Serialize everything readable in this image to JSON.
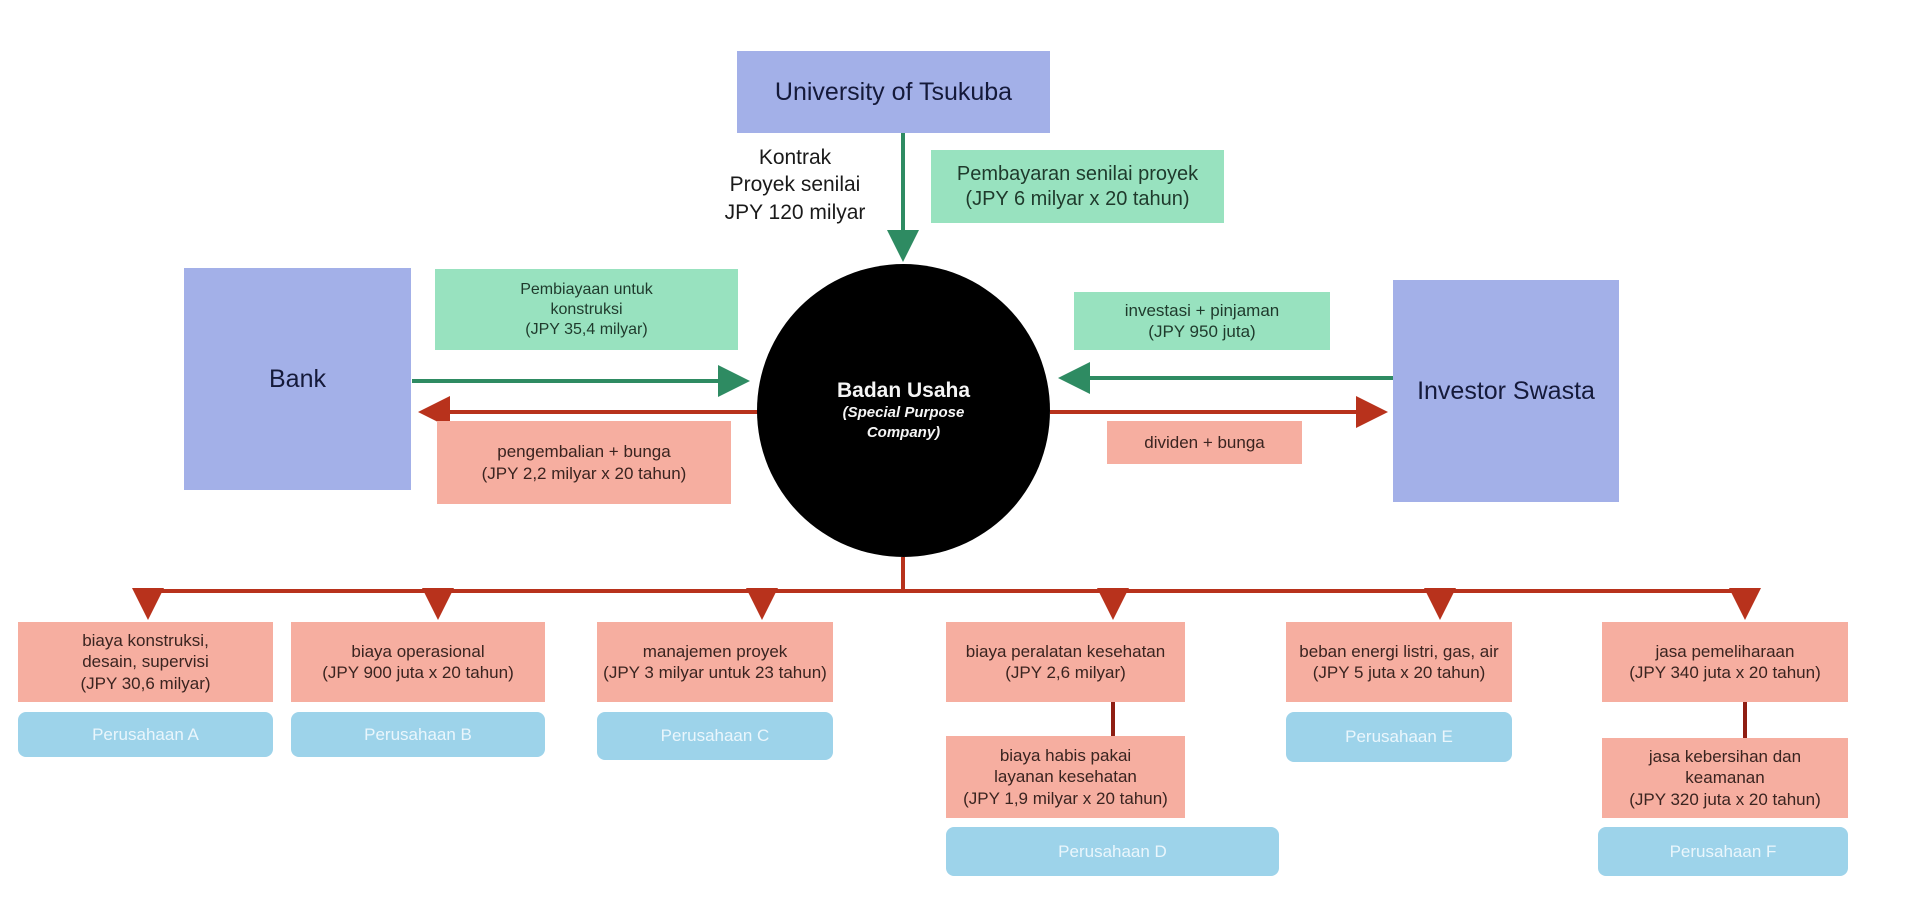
{
  "colors": {
    "entity": "#a3b0e8",
    "inflow_label": "#98e2bf",
    "outflow_label": "#f6aea0",
    "company": "#9dd3ea",
    "center": "#000000",
    "inflow_arrow": "#2e8b62",
    "outflow_arrow": "#b8321c"
  },
  "university": {
    "name": "University of Tsukuba",
    "contract_lines": [
      "Kontrak",
      "Proyek senilai",
      "JPY 120 milyar"
    ],
    "payment_lines": [
      "Pembayaran senilai proyek",
      "(JPY 6 milyar x 20 tahun)"
    ]
  },
  "center": {
    "title": "Badan Usaha",
    "subtitle_lines": [
      "(Special Purpose",
      "Company)"
    ]
  },
  "bank": {
    "name": "Bank",
    "inflow_lines": [
      "Pembiayaan untuk",
      "konstruksi",
      "(JPY 35,4  milyar)"
    ],
    "outflow_lines": [
      "pengembalian + bunga",
      "(JPY 2,2 milyar x 20 tahun)"
    ]
  },
  "investor": {
    "name": "Investor Swasta",
    "inflow_lines": [
      "investasi + pinjaman",
      "(JPY 950 juta)"
    ],
    "outflow_lines": [
      "dividen + bunga"
    ]
  },
  "branches": [
    {
      "costs": [
        {
          "lines": [
            "biaya konstruksi,",
            "desain, supervisi",
            "(JPY 30,6 milyar)"
          ]
        }
      ],
      "company": "Perusahaan A"
    },
    {
      "costs": [
        {
          "lines": [
            "biaya operasional",
            "(JPY 900 juta x 20 tahun)"
          ]
        }
      ],
      "company": "Perusahaan B"
    },
    {
      "costs": [
        {
          "lines": [
            "manajemen proyek",
            "(JPY 3 milyar untuk 23 tahun)"
          ]
        }
      ],
      "company": "Perusahaan C"
    },
    {
      "costs": [
        {
          "lines": [
            "biaya peralatan kesehatan",
            "(JPY 2,6 milyar)"
          ]
        },
        {
          "lines": [
            "biaya habis pakai",
            "layanan kesehatan",
            "(JPY 1,9 milyar x 20 tahun)"
          ]
        }
      ],
      "company": "Perusahaan D"
    },
    {
      "costs": [
        {
          "lines": [
            "beban energi listri, gas, air",
            "(JPY 5 juta x 20 tahun)"
          ]
        }
      ],
      "company": "Perusahaan E"
    },
    {
      "costs": [
        {
          "lines": [
            "jasa pemeliharaan",
            "(JPY 340 juta x 20 tahun)"
          ]
        },
        {
          "lines": [
            "jasa kebersihan dan",
            "keamanan",
            "(JPY 320 juta x 20 tahun)"
          ]
        }
      ],
      "company": "Perusahaan F"
    }
  ]
}
